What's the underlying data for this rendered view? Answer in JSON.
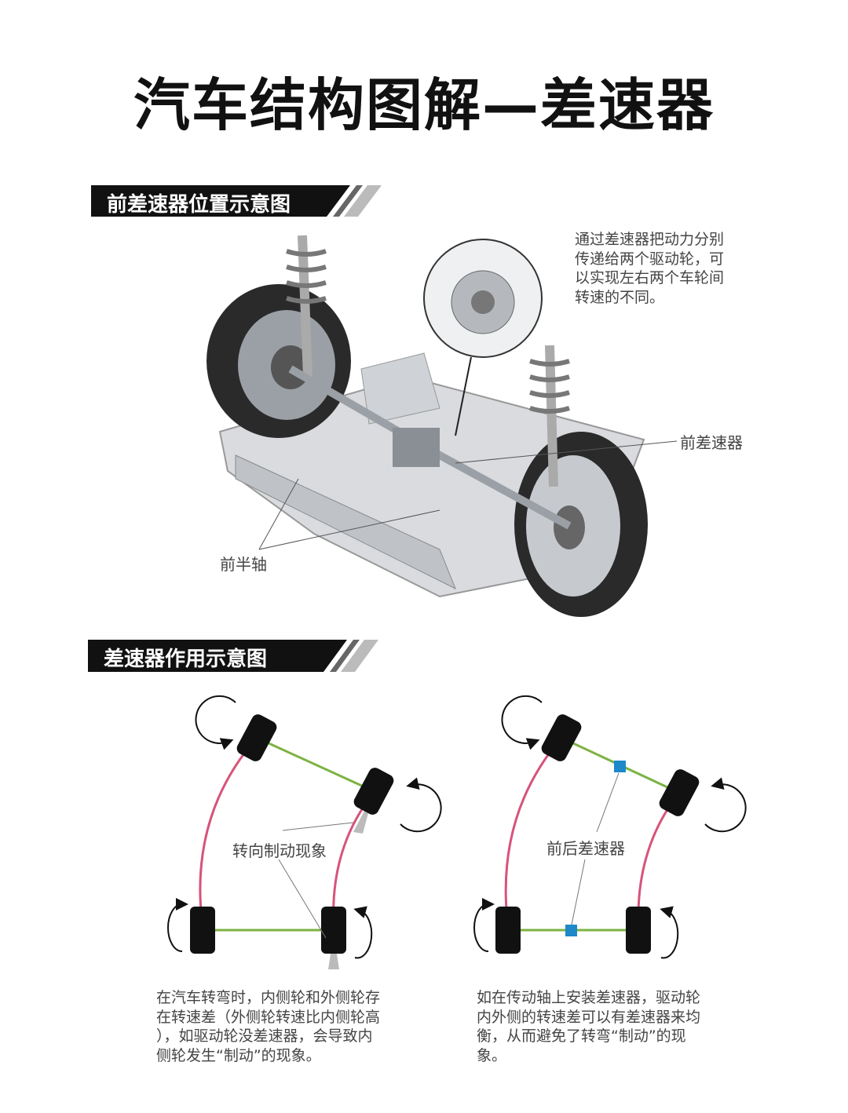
{
  "title": "汽车结构图解—差速器",
  "section1": {
    "heading": "前差速器位置示意图",
    "callout_lines": [
      "通过差速器把动力分别",
      "传递给两个驱动轮，可",
      "以实现左右两个车轮间",
      "转速的不同。"
    ],
    "label_diff": "前差速器",
    "label_axle": "前半轴"
  },
  "section2": {
    "heading": "差速器作用示意图",
    "left_label": "转向制动现象",
    "right_label": "前后差速器",
    "left_text": [
      "在汽车转弯时，内侧轮和外侧轮存",
      "在转速差（外侧轮转速比内侧轮高",
      "），如驱动轮没差速器，会导致内",
      "侧轮发生“制动”的现象。"
    ],
    "right_text": [
      "如在传动轴上安装差速器，驱动轮",
      "内外侧的转速差可以有差速器来均",
      "衡，从而避免了转弯“制动”的现",
      "象。"
    ]
  },
  "colors": {
    "axle": "#7cb342",
    "path": "#d6547a",
    "diff": "#1e88c8",
    "tire": "#111111"
  }
}
